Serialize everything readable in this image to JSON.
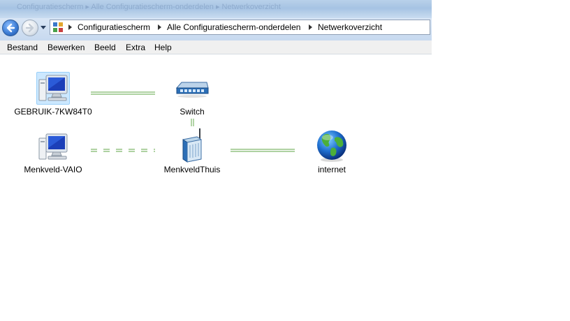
{
  "window": {
    "title_ghost": "Configuratiescherm ▸ Alle Configuratiescherm-onderdelen ▸ Netwerkoverzicht"
  },
  "address_bar": {
    "breadcrumbs": [
      "Configuratiescherm",
      "Alle Configuratiescherm-onderdelen",
      "Netwerkoverzicht"
    ]
  },
  "menu": [
    "Bestand",
    "Bewerken",
    "Beeld",
    "Extra",
    "Help"
  ],
  "network_map": {
    "nodes": {
      "pc1": {
        "label": "GEBRUIK-7KW84T0",
        "icon": "computer-icon",
        "selected": true
      },
      "pc2": {
        "label": "Menkveld-VAIO",
        "icon": "computer-icon",
        "selected": false
      },
      "switch": {
        "label": "Switch",
        "icon": "switch-icon"
      },
      "router": {
        "label": "MenkveldThuis",
        "icon": "wireless-router-icon"
      },
      "internet": {
        "label": "internet",
        "icon": "globe-icon"
      }
    },
    "connections": [
      {
        "from": "pc1",
        "to": "switch",
        "type": "wired"
      },
      {
        "from": "switch",
        "to": "router",
        "type": "wired"
      },
      {
        "from": "pc2",
        "to": "router",
        "type": "wireless"
      },
      {
        "from": "router",
        "to": "internet",
        "type": "wired"
      }
    ]
  },
  "colors": {
    "link_line": "#7fb86a",
    "selection_fill": "#cce8ff",
    "selection_border": "#99cff9"
  }
}
